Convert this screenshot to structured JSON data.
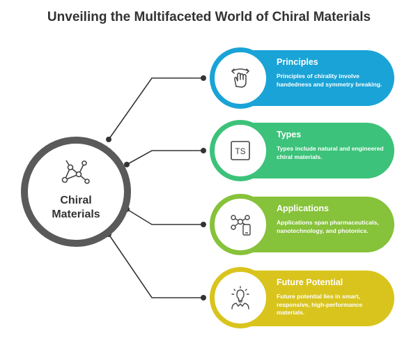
{
  "title": "Unveiling the Multifaceted World of Chiral Materials",
  "center": {
    "label_line1": "Chiral",
    "label_line2": "Materials",
    "icon": "molecule-network-icon"
  },
  "colors": {
    "principles": "#1aa3d6",
    "types": "#3cc27a",
    "applications": "#86c23a",
    "future": "#d9c41d",
    "hub": "#5a5a5a"
  },
  "items": [
    {
      "heading": "Principles",
      "description": "Principles of chirality involve handedness and symmetry breaking.",
      "icon": "hand-rotate-icon"
    },
    {
      "heading": "Types",
      "description": "Types include natural and engineered chiral materials.",
      "icon": "ts-box-icon"
    },
    {
      "heading": "Applications",
      "description": "Applications span pharmaceuticals, nanotechnology, and photonics.",
      "icon": "phone-network-icon"
    },
    {
      "heading": "Future Potential",
      "description": "Future potential lies in smart, responsive, high-performance materials.",
      "icon": "lightbulb-person-icon"
    }
  ]
}
